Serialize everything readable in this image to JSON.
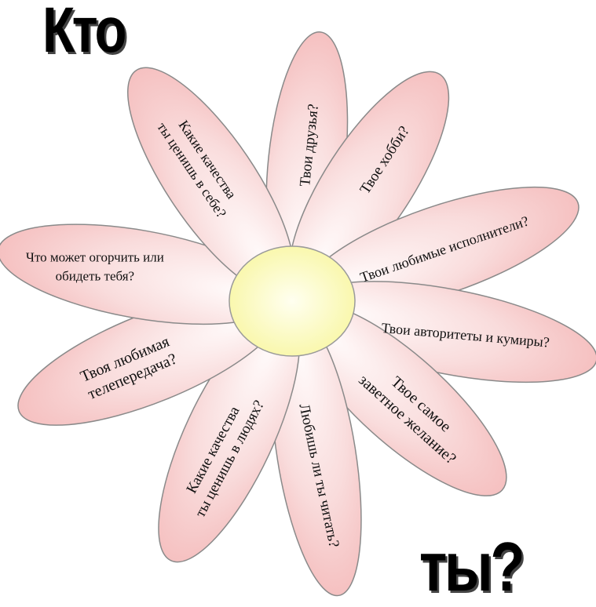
{
  "title": {
    "top": "Кто",
    "bottom": "ты?"
  },
  "colors": {
    "petal_fill_edge": "#f4b8b8",
    "petal_fill_center": "#fffafa",
    "petal_stroke": "#8a8a8a",
    "center_fill": "#f8f6a0",
    "center_stroke": "#9a9a9a"
  },
  "petals": [
    {
      "name": "petal-friends",
      "lines": [
        "Твои друзья?"
      ]
    },
    {
      "name": "petal-hobby",
      "lines": [
        "Твое хобби?"
      ]
    },
    {
      "name": "petal-performers",
      "lines": [
        "Твои любимые исполнители?"
      ]
    },
    {
      "name": "petal-idols",
      "lines": [
        "Твои авторитеты и кумиры?"
      ]
    },
    {
      "name": "petal-wish",
      "lines": [
        "Твое самое",
        "заветное желание?"
      ]
    },
    {
      "name": "petal-reading",
      "lines": [
        "Любишь ли ты читать?"
      ]
    },
    {
      "name": "petal-qualities-people",
      "lines": [
        "Какие качества",
        "ты ценишь в людях?"
      ]
    },
    {
      "name": "petal-tv-show",
      "lines": [
        "Твоя любимая",
        "телепередача?"
      ]
    },
    {
      "name": "petal-upset",
      "lines": [
        "Что может огорчить или",
        "обидеть тебя?"
      ]
    },
    {
      "name": "petal-qualities-self",
      "lines": [
        "Какие качества",
        "ты ценишь в себе?"
      ]
    }
  ]
}
